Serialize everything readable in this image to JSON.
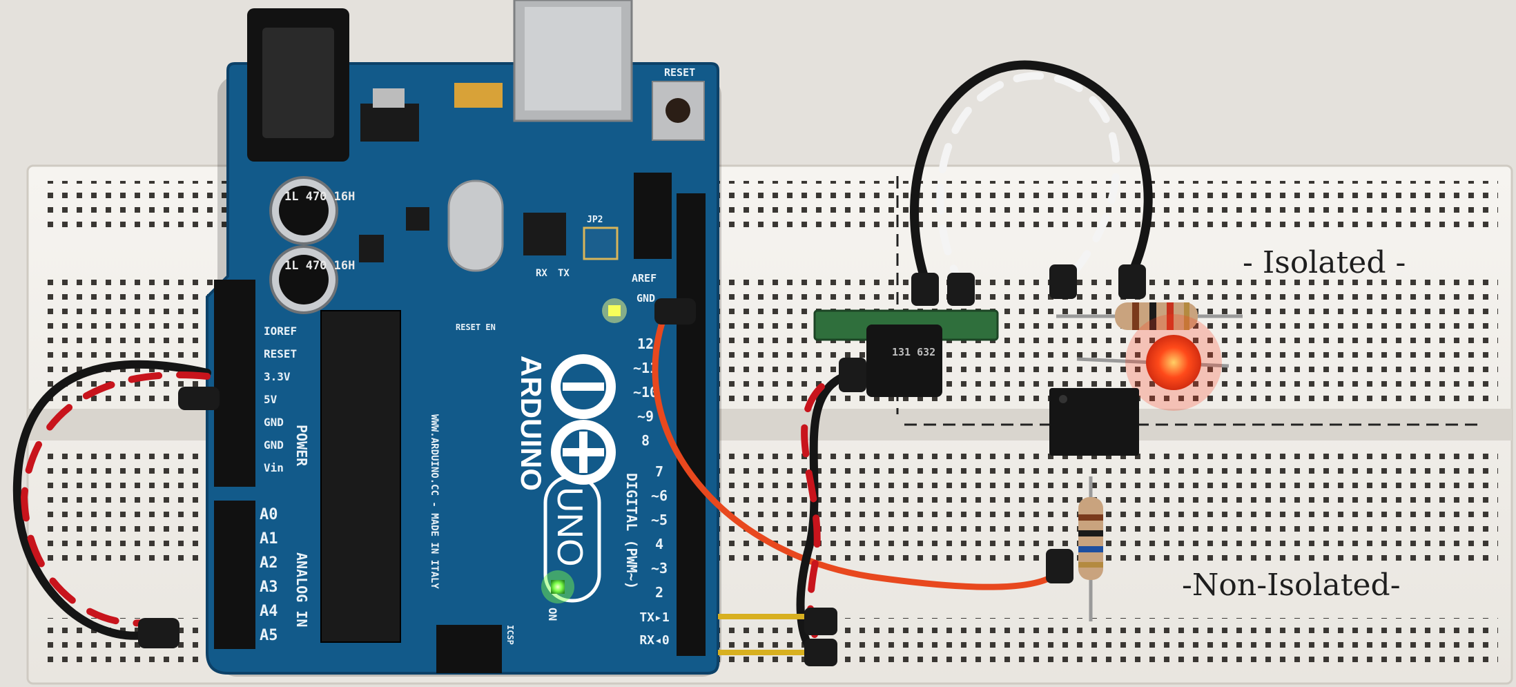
{
  "annotations": {
    "isolated": "- Isolated -",
    "non_isolated": "-Non-Isolated-"
  },
  "board": {
    "brand": "ARDUINO",
    "model": "UNO",
    "reset_label": "RESET",
    "url": "WWW.ARDUINO.CC - MADE IN ITALY",
    "digital_label": "DIGITAL (PWM~)",
    "power_header": "POWER",
    "analog_header": "ANALOG IN",
    "aref": "AREF",
    "gnd": "GND",
    "jp2": "JP2",
    "tx": "TX",
    "rx": "RX",
    "on": "ON",
    "icsp": "ICSP",
    "reset_en": "RESET EN",
    "cap_top": "1L 470 16H",
    "power_pins": [
      "IOREF",
      "RESET",
      "3.3V",
      "5V",
      "GND",
      "GND",
      "Vin"
    ],
    "analog_pins": [
      "A0",
      "A1",
      "A2",
      "A3",
      "A4",
      "A5"
    ],
    "digital_pins": [
      "12",
      "~11",
      "~10",
      "~9",
      "8",
      "7",
      "~6",
      "~5",
      "4",
      "~3",
      "2",
      "TX▸1",
      "RX◂0"
    ]
  },
  "module": {
    "chip_marking": "131 632"
  },
  "colors": {
    "board": "#125a8a",
    "led_red": "#ff3a1a",
    "led_green": "#7dff4a",
    "wire_orange": "#e8481e",
    "breadboard": "#f4f2ee"
  }
}
